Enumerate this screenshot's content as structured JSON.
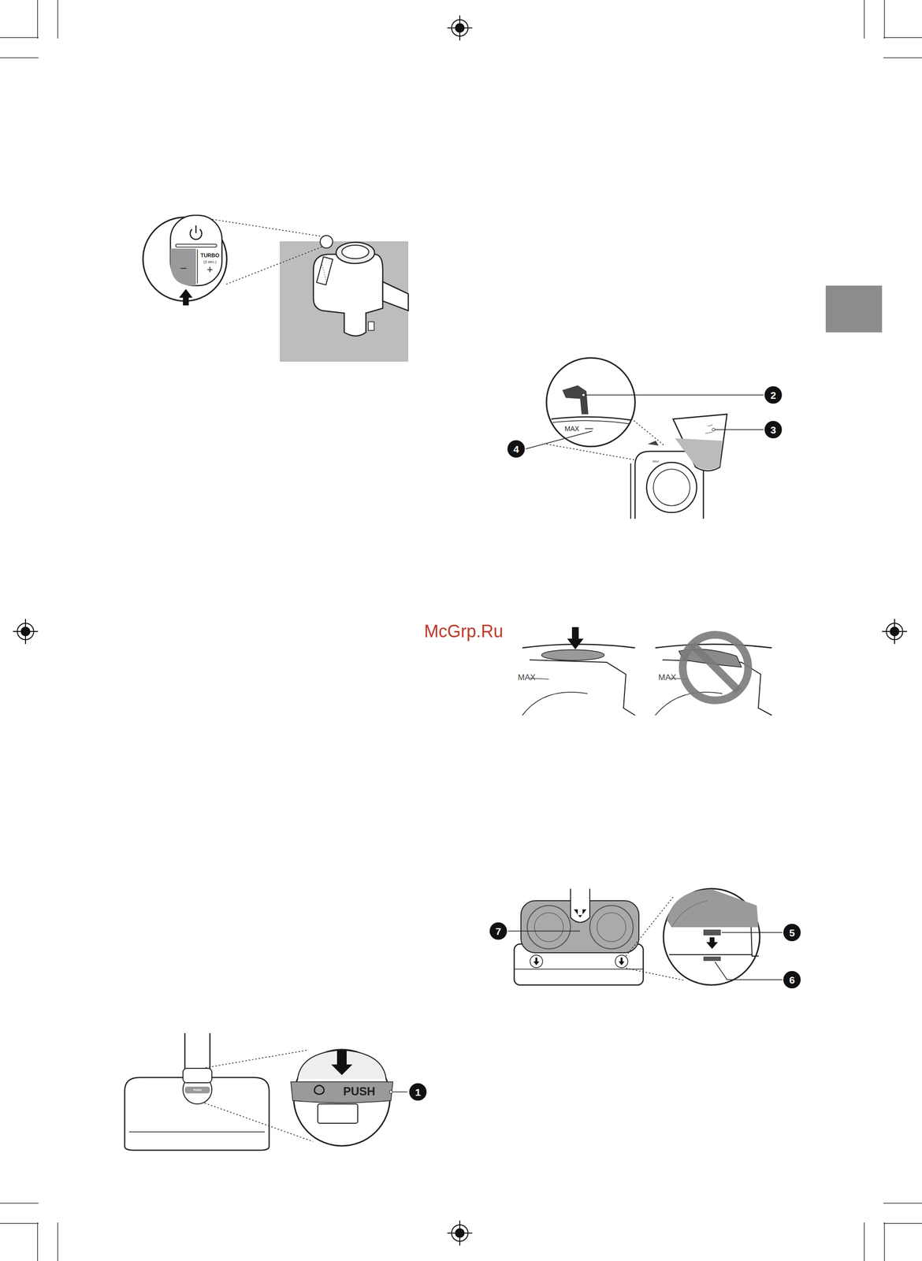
{
  "diagram": {
    "labels": [
      "TURBO",
      "(3 sec.)",
      "–",
      "+",
      "2",
      "3",
      "MAX",
      "4",
      "MAX",
      "McGrp.Ru",
      "MAX",
      "MAX",
      "7",
      "5",
      "6",
      "PUSH",
      "1",
      "PUSH"
    ]
  }
}
